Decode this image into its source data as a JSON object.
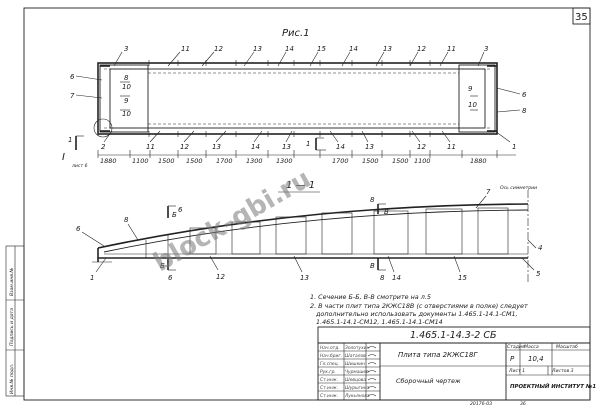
{
  "sheet": {
    "page_number": "35",
    "bottom_code": "20176-03",
    "bottom_num": "36"
  },
  "plan": {
    "title": "Рис.1",
    "callouts_top": [
      "3",
      "11",
      "12",
      "13",
      "14",
      "15",
      "14",
      "13",
      "12",
      "11",
      "3"
    ],
    "callouts_bottom": [
      "2",
      "11",
      "12",
      "13",
      "14",
      "13",
      "14",
      "13",
      "12",
      "11",
      "1"
    ],
    "callouts_left": [
      "6",
      "7",
      "2",
      "8",
      "10",
      "9",
      "10"
    ],
    "callouts_right": [
      "6",
      "8",
      "9",
      "10"
    ],
    "dims": [
      "1880",
      "1100",
      "1500",
      "1500",
      "1700",
      "1300",
      "1300",
      "1700",
      "1500",
      "1500",
      "1100",
      "1880"
    ],
    "section_marks": [
      "1",
      "1"
    ],
    "section_mark_I": "I",
    "sheet_ref": "лист 6"
  },
  "section": {
    "title": "1 — 1",
    "axis_label": "Ось симметрии",
    "callouts": [
      "6",
      "8",
      "1",
      "12",
      "13",
      "14",
      "15",
      "7",
      "4",
      "5"
    ],
    "cut_marks": [
      {
        "label": "Б",
        "value": "6"
      },
      {
        "label": "Б",
        "value": "6"
      },
      {
        "label": "В",
        "value": "8"
      },
      {
        "label": "В",
        "value": "8"
      }
    ]
  },
  "notes": [
    "1. Сечение Б-Б, В-В смотрите на л.5",
    "2. В части плит типа 2КЖС18В (с отверстиями в полке) следует",
    "дополнительно использовать документы 1.465.1-14.1-СМ1,",
    "1.465.1-14.1-СМ12, 1.465.1-14.1-СМ14"
  ],
  "title_block": {
    "code": "1.465.1-14.3-2 СБ",
    "product_name": "Плита типа 2КЖС18Г",
    "drawing_type": "Сборочный чертеж",
    "col_headers": [
      "Стадия",
      "Масса",
      "Масштаб"
    ],
    "stage": "Р",
    "mass": "10,4",
    "sheet_label": "Лист 1",
    "sheets_label": "Листов 3",
    "organization": "ПРОЕКТНЫЙ ИНСТИТУТ №1",
    "roles": [
      "Нач.отд.",
      "Нач.бриг.",
      "Гл.спец.",
      "Рук.гр.",
      "Ст.инж.",
      "Ст.инж.",
      "Ст.инж."
    ],
    "names": [
      "Золотухин",
      "Шаталов",
      "Шишкин",
      "Чурмашев",
      "Шевцова",
      "Шурыгина",
      "Лукьянова"
    ]
  },
  "side_stamp": [
    "Инв.№ подл.",
    "Подпись и дата",
    "Взам.инв.№"
  ],
  "watermark": "block-gbi.ru"
}
